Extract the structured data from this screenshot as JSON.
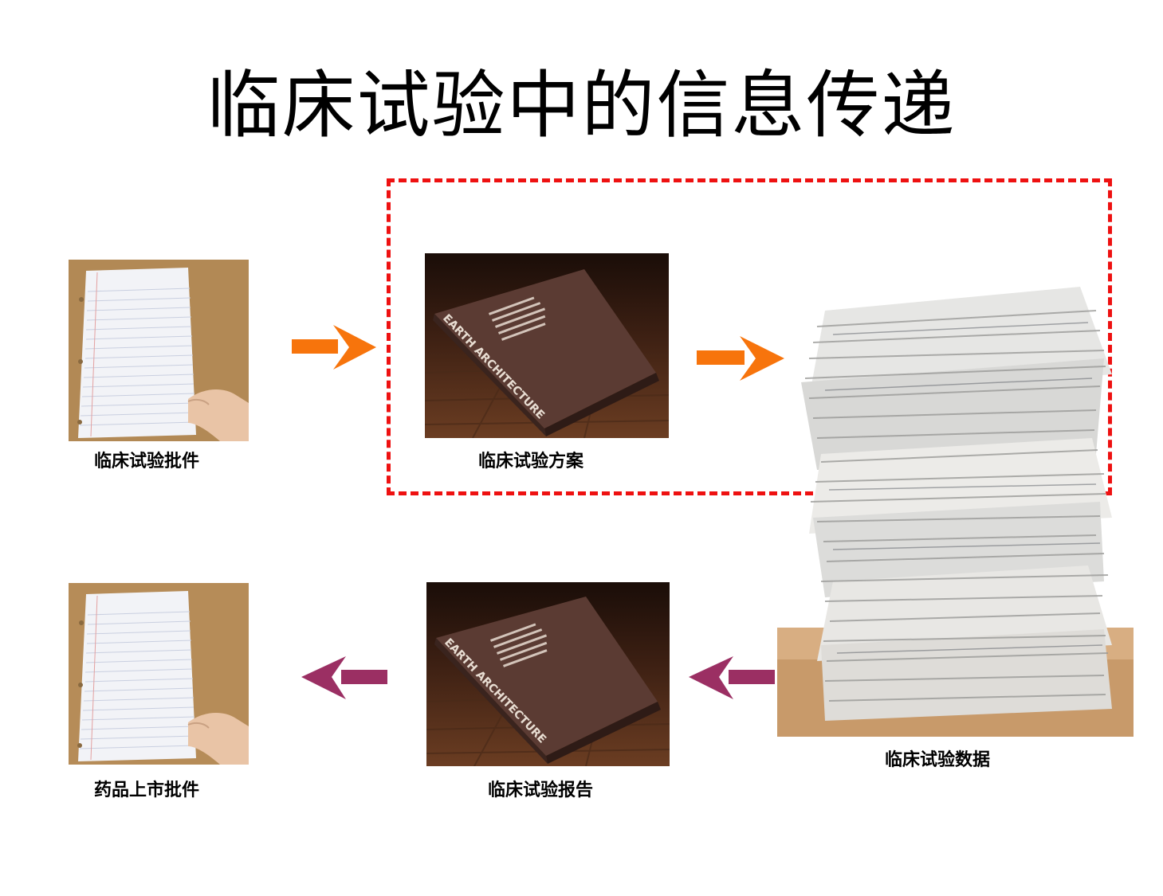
{
  "title": "临床试验中的信息传递",
  "colors": {
    "dashed_box": "#ee1111",
    "arrow_forward": "#f7740c",
    "arrow_back": "#9b2f63",
    "wood": "#b48a55",
    "book": "#5b3b33"
  },
  "items": {
    "approval": {
      "caption": "临床试验批件"
    },
    "protocol": {
      "caption": "临床试验方案",
      "book_spine": "EARTH ARCHITECTURE"
    },
    "data": {
      "caption": "临床试验数据"
    },
    "report": {
      "caption": "临床试验报告",
      "book_spine": "EARTH ARCHITECTURE"
    },
    "market": {
      "caption": "药品上市批件"
    }
  }
}
